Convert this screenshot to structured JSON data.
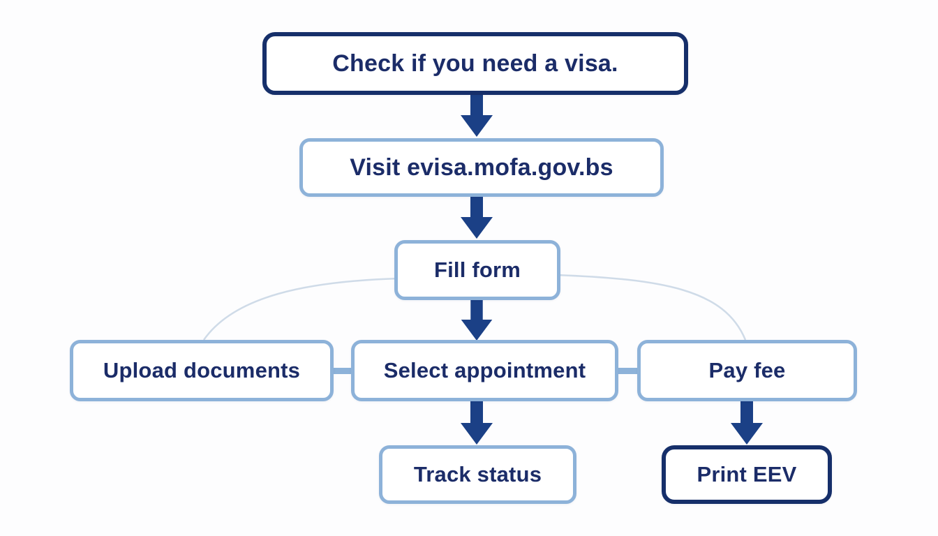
{
  "diagram_type": "flowchart",
  "colors": {
    "dark_border": "#162f6a",
    "light_border": "#8db2d9",
    "arrow": "#1b4086",
    "text": "#1b2c68",
    "faint_curve": "#cfdbe8",
    "box_fill": "#ffffff",
    "background": "#fdfdfe"
  },
  "nodes": [
    {
      "id": "check",
      "label": "Check if you need a visa.",
      "variant": "dark"
    },
    {
      "id": "visit",
      "label": "Visit evisa.mofa.gov.bs",
      "variant": "light"
    },
    {
      "id": "fill",
      "label": "Fill form",
      "variant": "light"
    },
    {
      "id": "upload",
      "label": "Upload documents",
      "variant": "light"
    },
    {
      "id": "select",
      "label": "Select appointment",
      "variant": "light"
    },
    {
      "id": "pay",
      "label": "Pay fee",
      "variant": "light"
    },
    {
      "id": "track",
      "label": "Track status",
      "variant": "light"
    },
    {
      "id": "print",
      "label": "Print EEV",
      "variant": "dark"
    }
  ],
  "edges": [
    {
      "from": "check",
      "to": "visit",
      "style": "arrow"
    },
    {
      "from": "visit",
      "to": "fill",
      "style": "arrow"
    },
    {
      "from": "fill",
      "to": "select",
      "style": "arrow"
    },
    {
      "from": "fill",
      "to": "upload",
      "style": "faint-curve"
    },
    {
      "from": "fill",
      "to": "pay",
      "style": "faint-curve"
    },
    {
      "from": "upload",
      "to": "select",
      "style": "connector-line"
    },
    {
      "from": "select",
      "to": "pay",
      "style": "connector-line"
    },
    {
      "from": "select",
      "to": "track",
      "style": "arrow"
    },
    {
      "from": "pay",
      "to": "print",
      "style": "arrow"
    }
  ]
}
